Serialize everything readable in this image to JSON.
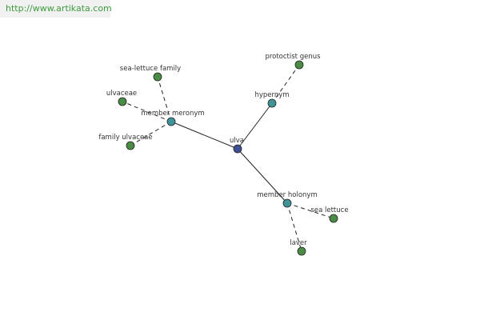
{
  "watermark": "http://www.artikata.com",
  "colors": {
    "center_node": "#3f4f93",
    "relation_node": "#3f9399",
    "leaf_node": "#4a8b45",
    "edge": "#222222"
  },
  "nodes": {
    "center": "ulva",
    "hypernym": "hypernym",
    "protoctist_genus": "protoctist genus",
    "member_meronym": "member meronym",
    "sea_lettuce_family": "sea-lettuce family",
    "ulvaceae": "ulvaceae",
    "family_ulvaceae": "family ulvaceae",
    "member_holonym": "member holonym",
    "sea_lettuce": "sea lettuce",
    "laver": "laver"
  }
}
